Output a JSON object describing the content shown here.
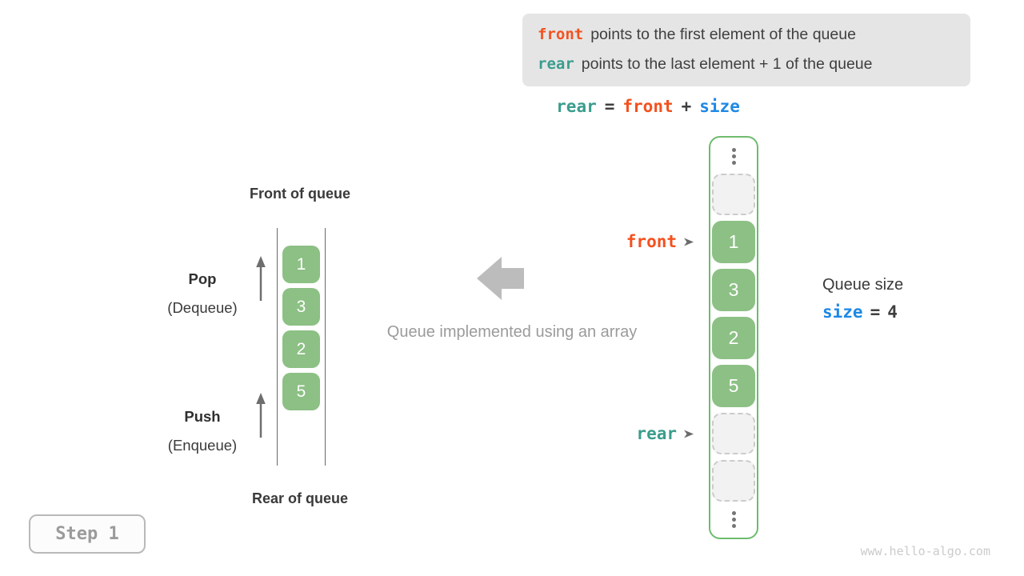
{
  "colors": {
    "orange": "#f4511e",
    "teal": "#3a9d8d",
    "blue": "#1e88e5",
    "dark": "#3f3f3f",
    "gray": "#9b9b9b",
    "cell-green": "#8cc084",
    "border-green": "#6fbb6f",
    "box-gray": "#e5e5e5"
  },
  "info_box": {
    "line1_code": "front",
    "line1_text": "points to the first element of the queue",
    "line2_code": "rear",
    "line2_text": "points to the last element + 1 of the queue"
  },
  "formula": {
    "lhs": "rear",
    "eq": "=",
    "op1": "front",
    "plus": "+",
    "op2": "size"
  },
  "queue_figure": {
    "front_label": "Front of queue",
    "rear_label": "Rear of queue",
    "pop": "Pop",
    "pop_sub": "(Dequeue)",
    "push": "Push",
    "push_sub": "(Enqueue)",
    "values": [
      "1",
      "3",
      "2",
      "5"
    ]
  },
  "middle": {
    "caption": "Queue implemented using an array"
  },
  "array_figure": {
    "cells": [
      "1",
      "3",
      "2",
      "5"
    ],
    "front_label": "front",
    "rear_label": "rear"
  },
  "queue_size": {
    "title": "Queue size",
    "var": "size",
    "eq": "=",
    "value": "4"
  },
  "step_badge": {
    "label": "Step 1"
  },
  "watermark": "www.hello-algo.com"
}
